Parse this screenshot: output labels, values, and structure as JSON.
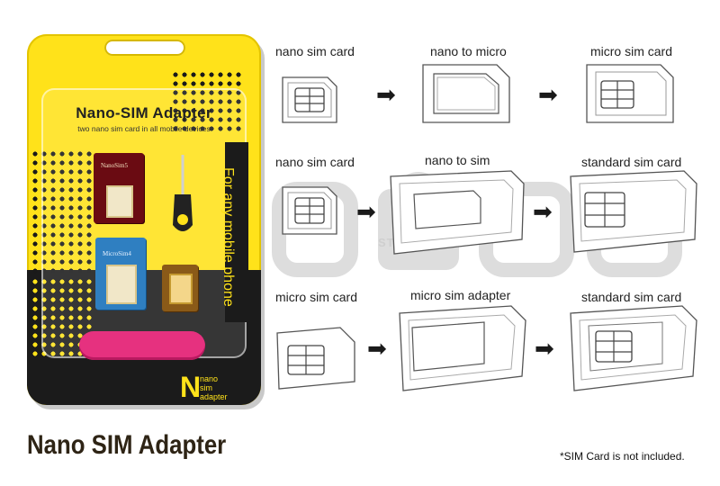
{
  "package": {
    "title": "Nano-SIM Adapter",
    "subtitle": "two nano sim card in all mobile devices",
    "side_text": "For any mobile phone",
    "card_labels": {
      "red": "NanoSim5",
      "blue": "MicroSim4"
    },
    "logo_letter": "N",
    "logo_lines": [
      "nano",
      "sim",
      "adapter"
    ]
  },
  "product_title": "Nano SIM Adapter",
  "note": "*SIM Card is not included.",
  "watermark": "STORE",
  "diagram": {
    "rows": [
      {
        "from": "nano sim card",
        "adapter": "nano to micro",
        "result": "micro sim card"
      },
      {
        "from": "nano sim card",
        "adapter": "nano to sim",
        "result": "standard sim card"
      },
      {
        "from": "micro sim card",
        "adapter": "micro sim adapter",
        "result": "standard sim card"
      }
    ],
    "arrow_icon": "right-arrow-icon"
  },
  "colors": {
    "package_yellow": "#ffe21a",
    "package_black": "#1b1b1b",
    "file_pink": "#e6317f",
    "title_brown": "#2e2415"
  }
}
